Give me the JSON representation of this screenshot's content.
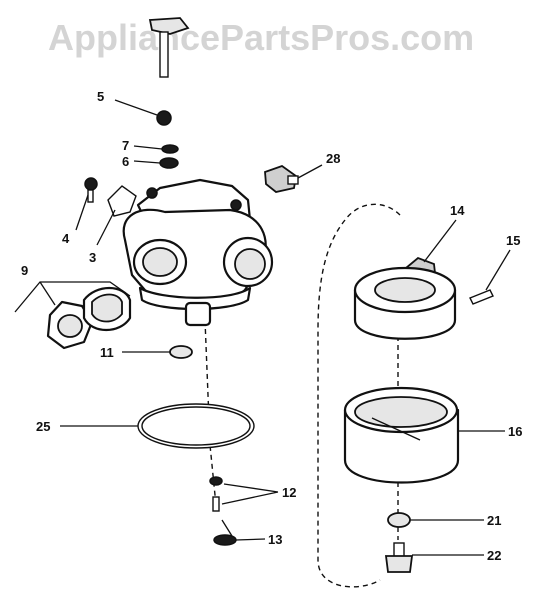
{
  "watermark": "AppliancePartsPros.com",
  "callouts": {
    "c5": "5",
    "c7": "7",
    "c6": "6",
    "c28": "28",
    "c4": "4",
    "c3": "3",
    "c9": "9",
    "c11": "11",
    "c25": "25",
    "c12": "12",
    "c13": "13",
    "c14": "14",
    "c15": "15",
    "c16": "16",
    "c21": "21",
    "c22": "22"
  }
}
